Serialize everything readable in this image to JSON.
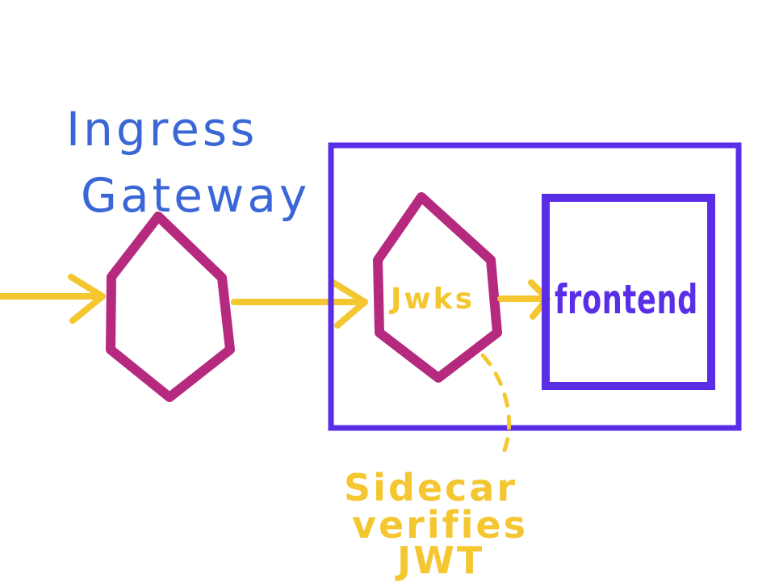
{
  "labels": {
    "ingress_line1": "Ingress",
    "ingress_line2": "Gateway",
    "jwks": "Jwks",
    "frontend": "frontend",
    "note_line1": "Sidecar",
    "note_line2": "verifies",
    "note_line3": "JWT"
  },
  "colors": {
    "arrow": "#f4c630",
    "proxy_hexagon": "#b52a7f",
    "pod_box": "#5a2ee6",
    "ingress_text": "#3a66d6",
    "note_text": "#f4c630"
  },
  "icons": {
    "gateway_shape": "hexagon",
    "sidecar_shape": "hexagon"
  }
}
